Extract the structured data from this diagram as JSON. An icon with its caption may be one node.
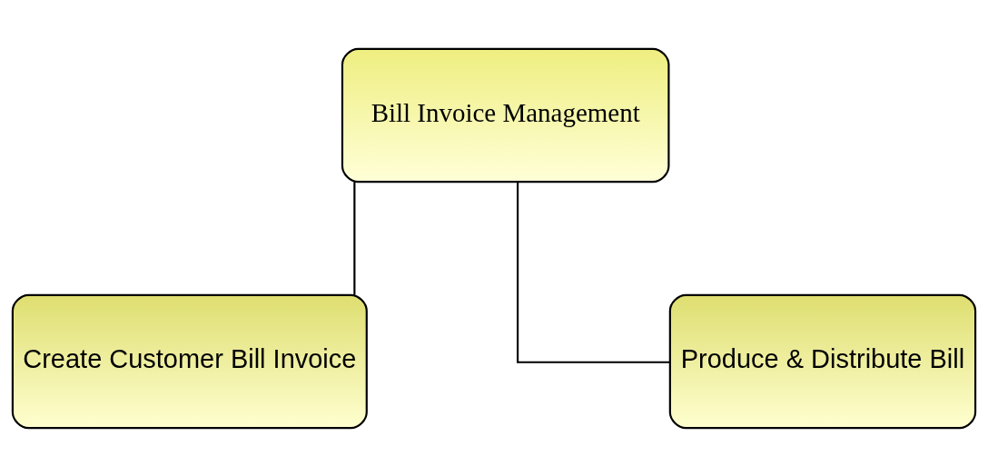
{
  "diagram": {
    "nodes": [
      {
        "text": [
          "Bill Invoice Management"
        ]
      },
      {
        "text": [
          "Create Customer Bill Invoice"
        ]
      },
      {
        "text": [
          "Produce & Distribute Bill"
        ]
      }
    ],
    "edges": [
      {
        "from": 0,
        "to": 1,
        "arrow": "none"
      },
      {
        "from": 0,
        "to": 2,
        "arrow": "none"
      }
    ]
  }
}
